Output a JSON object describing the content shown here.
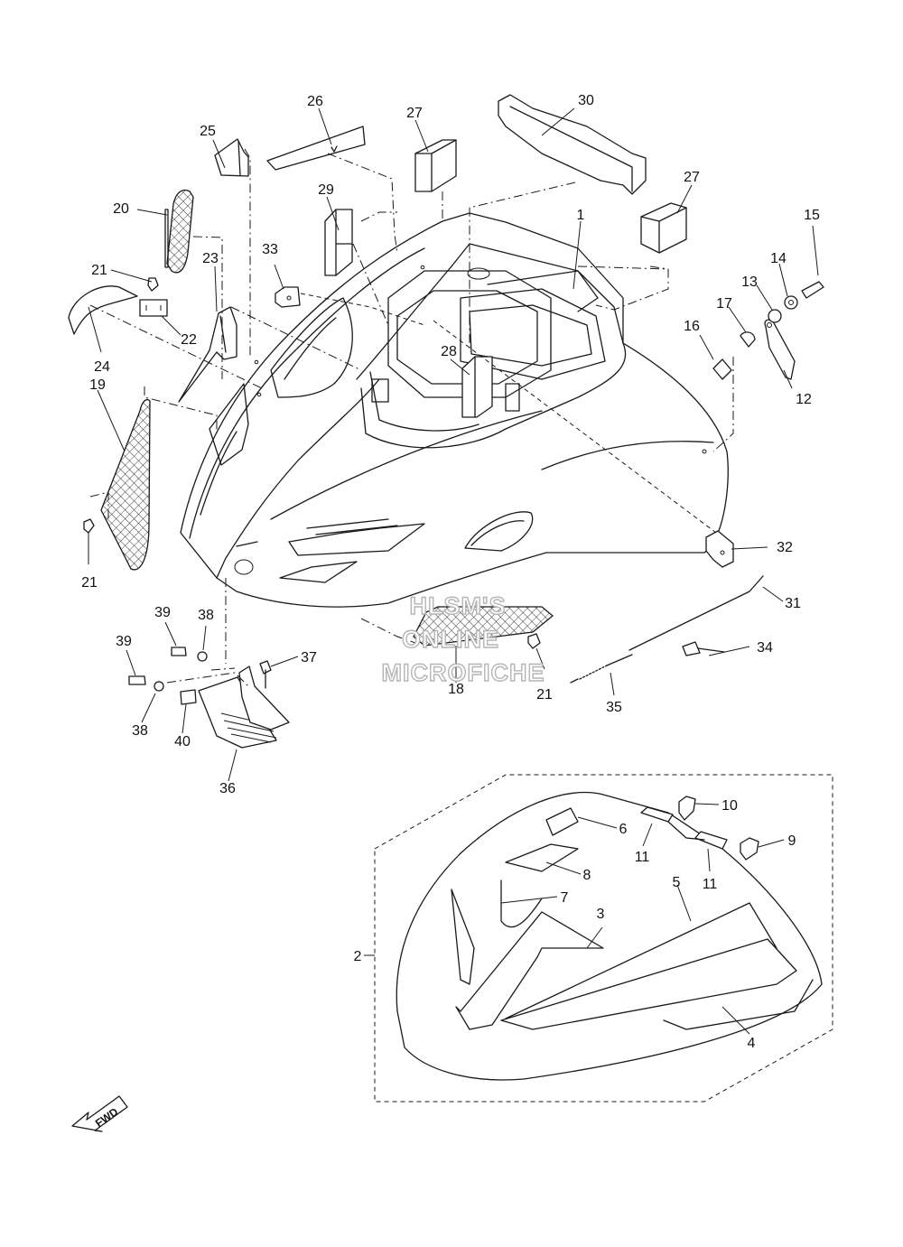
{
  "diagram": {
    "callouts": [
      "1",
      "2",
      "3",
      "4",
      "5",
      "6",
      "7",
      "8",
      "9",
      "10",
      "11",
      "11",
      "12",
      "13",
      "14",
      "15",
      "16",
      "17",
      "18",
      "19",
      "20",
      "21",
      "21",
      "21",
      "22",
      "23",
      "24",
      "25",
      "26",
      "27",
      "27",
      "28",
      "29",
      "30",
      "31",
      "32",
      "33",
      "34",
      "35",
      "36",
      "37",
      "38",
      "38",
      "39",
      "39",
      "40"
    ],
    "watermark": [
      "HLSM'S",
      "ONLINE",
      "MICROFICHE"
    ],
    "fwd_label": "FWD"
  }
}
